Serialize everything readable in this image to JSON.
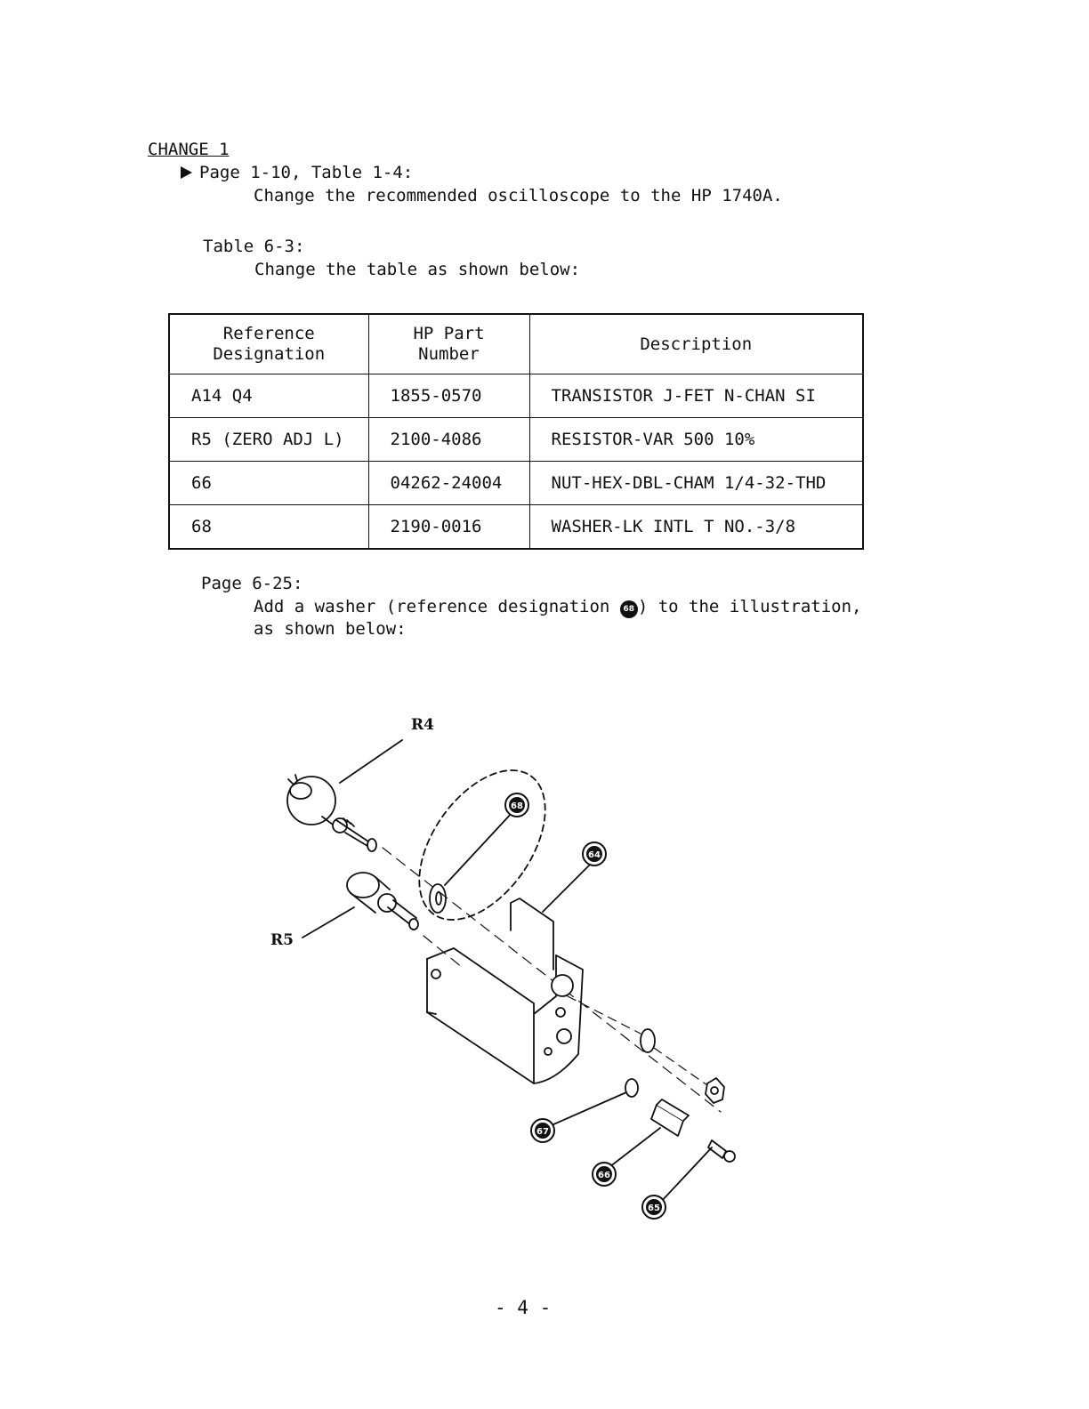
{
  "change_heading": "CHANGE 1",
  "items": [
    {
      "location": "Page 1-10, Table 1-4:",
      "body": "Change the recommended oscilloscope to the HP 1740A."
    },
    {
      "location": "Table 6-3:",
      "body": "Change the table as shown below:"
    },
    {
      "location": "Page 6-25:",
      "body_part1": "Add a washer (reference designation ",
      "ref_symbol": "68",
      "body_part2": ") to the illustration,",
      "body_line2": "as shown below:"
    }
  ],
  "table": {
    "headers": [
      {
        "line1": "Reference",
        "line2": "Designation"
      },
      {
        "line1": "HP Part",
        "line2": "Number"
      },
      {
        "line1": "Description",
        "line2": ""
      }
    ],
    "rows": [
      {
        "ref": "A14 Q4",
        "part": "1855-0570",
        "desc": "TRANSISTOR J-FET N-CHAN SI"
      },
      {
        "ref": "R5 (ZERO ADJ L)",
        "part": "2100-4086",
        "desc": "RESISTOR-VAR 500 10%"
      },
      {
        "ref": "66",
        "part": "04262-24004",
        "desc": "NUT-HEX-DBL-CHAM 1/4-32-THD"
      },
      {
        "ref": "68",
        "part": "2190-0016",
        "desc": "WASHER-LK INTL T NO.-3/8"
      }
    ]
  },
  "illustration": {
    "labels": {
      "r4": "R4",
      "r5": "R5"
    },
    "callouts": {
      "c68": "68",
      "c64": "64",
      "c67": "67",
      "c66": "66",
      "c65": "65"
    }
  },
  "page_number": "- 4 -"
}
